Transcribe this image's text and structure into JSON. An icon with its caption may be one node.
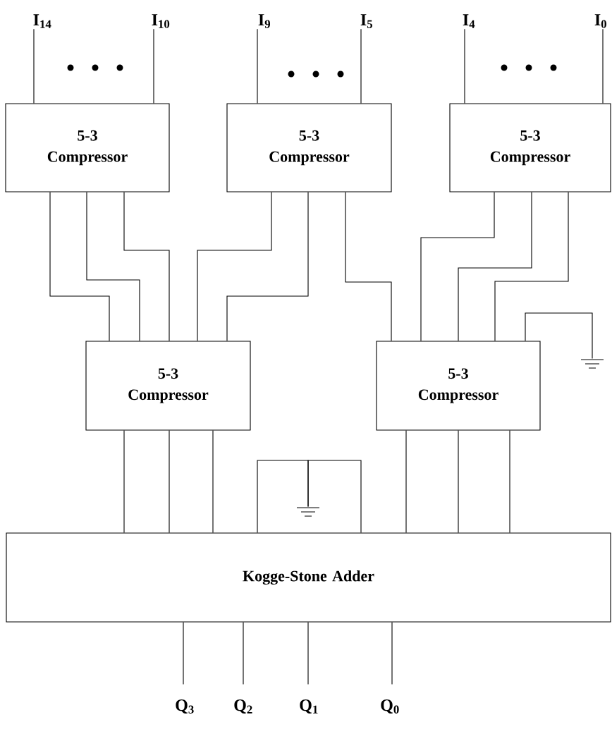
{
  "diagram": {
    "nodes": [
      {
        "text": [
          "I$_{14}$"
        ]
      },
      {
        "text": [
          "I$_{10}$"
        ]
      },
      {
        "text": [
          "I$_{9}$"
        ]
      },
      {
        "text": [
          "I$_{5}$"
        ]
      },
      {
        "text": [
          "I$_{4}$"
        ]
      },
      {
        "text": [
          "I$_{0}$"
        ]
      },
      {
        "text": [
          "5-3 Compressor"
        ]
      },
      {
        "text": [
          "5-3 Compressor"
        ]
      },
      {
        "text": [
          "5-3 Compressor"
        ]
      },
      {
        "text": [
          "5-3 Compressor"
        ]
      },
      {
        "text": [
          "5-3 Compressor"
        ]
      },
      {
        "text": [],
        "shape": "ground"
      },
      {
        "text": [],
        "shape": "ground"
      },
      {
        "text": [
          "Kogge-Stone Adder"
        ]
      },
      {
        "text": [
          "Q$_{3}$"
        ]
      },
      {
        "text": [
          "Q$_{2}$"
        ]
      },
      {
        "text": [
          "Q$_{1}$"
        ]
      },
      {
        "text": [
          "Q$_{0}$"
        ]
      }
    ],
    "edges": [
      {
        "from": 0,
        "to": 6,
        "arrow": "none"
      },
      {
        "from": 1,
        "to": 6,
        "arrow": "none"
      },
      {
        "from": 2,
        "to": 7,
        "arrow": "none"
      },
      {
        "from": 3,
        "to": 7,
        "arrow": "none"
      },
      {
        "from": 4,
        "to": 8,
        "arrow": "none"
      },
      {
        "from": 5,
        "to": 8,
        "arrow": "none"
      },
      {
        "from": 6,
        "to": 9,
        "arrow": "none"
      },
      {
        "from": 6,
        "to": 9,
        "arrow": "none"
      },
      {
        "from": 6,
        "to": 9,
        "arrow": "none"
      },
      {
        "from": 7,
        "to": 9,
        "arrow": "none"
      },
      {
        "from": 7,
        "to": 9,
        "arrow": "none"
      },
      {
        "from": 7,
        "to": 10,
        "arrow": "none"
      },
      {
        "from": 8,
        "to": 10,
        "arrow": "none"
      },
      {
        "from": 8,
        "to": 10,
        "arrow": "none"
      },
      {
        "from": 8,
        "to": 10,
        "arrow": "none"
      },
      {
        "from": 11,
        "to": 10,
        "arrow": "none"
      },
      {
        "from": 9,
        "to": 13,
        "arrow": "none"
      },
      {
        "from": 9,
        "to": 13,
        "arrow": "none"
      },
      {
        "from": 9,
        "to": 13,
        "arrow": "none"
      },
      {
        "from": 10,
        "to": 13,
        "arrow": "none"
      },
      {
        "from": 10,
        "to": 13,
        "arrow": "none"
      },
      {
        "from": 10,
        "to": 13,
        "arrow": "none"
      },
      {
        "from": 12,
        "to": 13,
        "arrow": "none"
      },
      {
        "from": 12,
        "to": 13,
        "arrow": "none"
      },
      {
        "from": 13,
        "to": 14,
        "arrow": "none"
      },
      {
        "from": 13,
        "to": 15,
        "arrow": "none"
      },
      {
        "from": 13,
        "to": 16,
        "arrow": "none"
      },
      {
        "from": 13,
        "to": 17,
        "arrow": "none"
      }
    ]
  }
}
